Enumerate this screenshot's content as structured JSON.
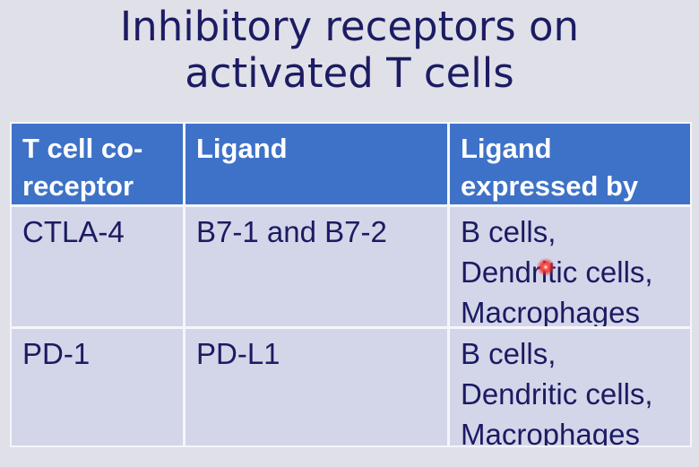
{
  "title": {
    "line1": "Inhibitory receptors on",
    "line2": "activated T cells"
  },
  "table": {
    "headers": [
      "T cell co-receptor",
      "Ligand",
      "Ligand expressed by"
    ],
    "rows": [
      {
        "coreceptor": "CTLA-4",
        "ligand": "B7-1 and B7-2",
        "expressed_by": "B cells,\nDendritic cells,\nMacrophages"
      },
      {
        "coreceptor": "PD-1",
        "ligand": "PD-L1",
        "expressed_by": "B cells,\nDendritic cells,\nMacrophages"
      }
    ]
  },
  "pointer": {
    "type": "laser-pointer-dot",
    "color": "#f02828"
  },
  "colors": {
    "page_bg": "#e0e0e8",
    "header_bg": "#3e72c8",
    "header_text": "#ffffff",
    "cell_bg": "#d3d6e8",
    "cell_text": "#1b1b63",
    "title_text": "#1c1c64",
    "table_border": "#f5f6fa"
  }
}
